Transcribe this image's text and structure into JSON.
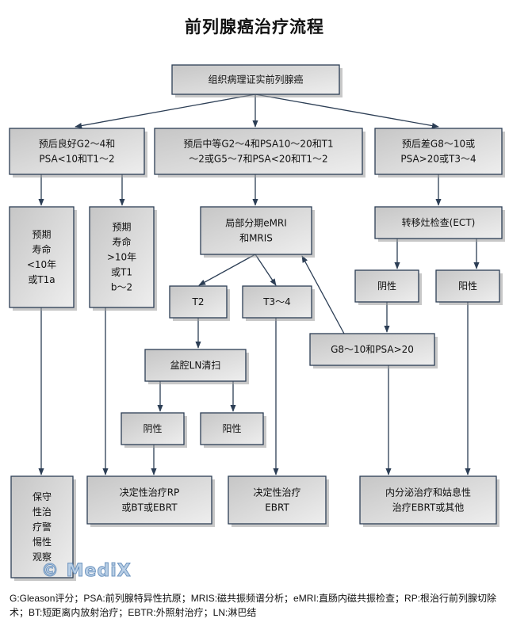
{
  "title": "前列腺癌治疗流程",
  "watermark": "© MediX",
  "footnote": "G:Gleason评分；PSA:前列腺特异性抗原；MRIS:磁共振频谱分析；eMRI:直肠内磁共振检查；RP:根治行前列腺切除术；BT:短距离内放射治疗；EBTR:外照射治疗；LN:淋巴结",
  "colors": {
    "box_border": "#2c3e55",
    "box_gradient_start": "#c6c6c6",
    "box_gradient_end": "#eeeeee",
    "arrow": "#2c3e55"
  },
  "nodes": [
    {
      "id": "confirm",
      "name": "node-pathology-confirmed",
      "lines": [
        "组织病理证实前列腺癌"
      ]
    },
    {
      "id": "good",
      "name": "node-good-prognosis",
      "lines": [
        "预后良好G2～4和",
        "PSA<10和T1～2"
      ]
    },
    {
      "id": "mid",
      "name": "node-intermediate-prognosis",
      "lines": [
        "预后中等G2～4和PSA10～20和T1",
        "～2或G5～7和PSA<20和T1～2"
      ]
    },
    {
      "id": "poor",
      "name": "node-poor-prognosis",
      "lines": [
        "预后差G8～10或",
        "PSA>20或T3～4"
      ]
    },
    {
      "id": "life_lt10",
      "name": "node-life-expectancy-under-10",
      "lines": [
        "预期",
        "寿命",
        "<10年",
        "或T1a"
      ]
    },
    {
      "id": "life_gt10",
      "name": "node-life-expectancy-over-10",
      "lines": [
        "预期",
        "寿命",
        ">10年",
        "或T1",
        "b～2"
      ]
    },
    {
      "id": "staging",
      "name": "node-local-staging",
      "lines": [
        "局部分期eMRI",
        "和MRIS"
      ]
    },
    {
      "id": "ect",
      "name": "node-metastasis-check",
      "lines": [
        "转移灶检查(ECT)"
      ]
    },
    {
      "id": "t2",
      "name": "node-t2",
      "lines": [
        "T2"
      ]
    },
    {
      "id": "t34",
      "name": "node-t3-4",
      "lines": [
        "T3～4"
      ]
    },
    {
      "id": "ect_neg",
      "name": "node-ect-negative",
      "lines": [
        "阴性"
      ]
    },
    {
      "id": "ect_pos",
      "name": "node-ect-positive",
      "lines": [
        "阳性"
      ]
    },
    {
      "id": "lnd",
      "name": "node-pelvic-ln-dissection",
      "lines": [
        "盆腔LN清扫"
      ]
    },
    {
      "id": "g8",
      "name": "node-g8-psa20",
      "lines": [
        "G8～10和PSA>20"
      ]
    },
    {
      "id": "ln_neg",
      "name": "node-ln-negative",
      "lines": [
        "阴性"
      ]
    },
    {
      "id": "ln_pos",
      "name": "node-ln-positive",
      "lines": [
        "阳性"
      ]
    },
    {
      "id": "watch",
      "name": "node-watchful-waiting",
      "lines": [
        "保守",
        "性治",
        "疗警",
        "惕性",
        "观察"
      ]
    },
    {
      "id": "rp",
      "name": "node-definitive-rp-bt-ebrt",
      "lines": [
        "决定性治疗RP",
        "或BT或EBRT"
      ]
    },
    {
      "id": "ebrt",
      "name": "node-definitive-ebrt",
      "lines": [
        "决定性治疗",
        "EBRT"
      ]
    },
    {
      "id": "hormone",
      "name": "node-hormone-palliative",
      "lines": [
        "内分泌治疗和姑息性",
        "治疗EBRT或其他"
      ]
    }
  ],
  "edges": [
    {
      "from": "confirm",
      "to": "good"
    },
    {
      "from": "confirm",
      "to": "mid"
    },
    {
      "from": "confirm",
      "to": "poor"
    },
    {
      "from": "good",
      "to": "life_lt10"
    },
    {
      "from": "good",
      "to": "life_gt10"
    },
    {
      "from": "mid",
      "to": "staging"
    },
    {
      "from": "poor",
      "to": "ect"
    },
    {
      "from": "staging",
      "to": "t2"
    },
    {
      "from": "staging",
      "to": "t34"
    },
    {
      "from": "ect",
      "to": "ect_neg"
    },
    {
      "from": "ect",
      "to": "ect_pos"
    },
    {
      "from": "t2",
      "to": "lnd"
    },
    {
      "from": "ect_neg",
      "to": "g8"
    },
    {
      "from": "g8",
      "to": "staging"
    },
    {
      "from": "lnd",
      "to": "ln_neg"
    },
    {
      "from": "lnd",
      "to": "ln_pos"
    },
    {
      "from": "life_lt10",
      "to": "watch"
    },
    {
      "from": "life_gt10",
      "to": "rp"
    },
    {
      "from": "ln_neg",
      "to": "rp"
    },
    {
      "from": "t34",
      "to": "ebrt"
    },
    {
      "from": "g8",
      "to": "hormone"
    },
    {
      "from": "ect_pos",
      "to": "hormone"
    }
  ]
}
